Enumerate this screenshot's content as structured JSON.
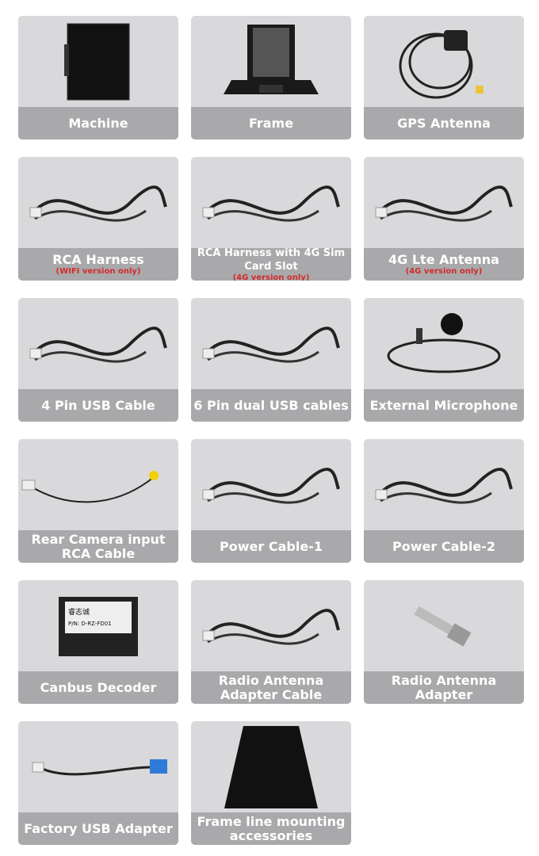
{
  "items": [
    {
      "label": "Machine",
      "icon": "head-unit-screen"
    },
    {
      "label": "Frame",
      "icon": "dash-frame"
    },
    {
      "label": "GPS Antenna",
      "icon": "gps-antenna"
    },
    {
      "label": "RCA Harness",
      "note": "(WIFI version only)",
      "icon": "rca-harness"
    },
    {
      "label": "RCA Harness with 4G Sim Card Slot",
      "note": "(4G version only)",
      "icon": "rca-harness-4g"
    },
    {
      "label": "4G Lte Antenna",
      "note": "(4G version only)",
      "icon": "lte-antenna"
    },
    {
      "label": "4 Pin USB Cable",
      "icon": "usb-cable"
    },
    {
      "label": "6 Pin dual USB cables",
      "icon": "dual-usb-cable"
    },
    {
      "label": "External Microphone",
      "icon": "microphone"
    },
    {
      "label": "Rear Camera input RCA Cable",
      "icon": "rca-cable"
    },
    {
      "label": "Power Cable-1",
      "icon": "power-cable"
    },
    {
      "label": "Power Cable-2",
      "icon": "power-cable"
    },
    {
      "label": "Canbus Decoder",
      "icon": "canbus-box",
      "box_text": "睿志诚 · P/N: D-RZ-FD01"
    },
    {
      "label": "Radio Antenna Adapter Cable",
      "icon": "antenna-cable"
    },
    {
      "label": "Radio Antenna Adapter",
      "icon": "antenna-adapter"
    },
    {
      "label": "Factory USB Adapter",
      "icon": "usb-adapter"
    },
    {
      "label": "Frame line mounting accessories",
      "icon": "trim-panel"
    }
  ]
}
